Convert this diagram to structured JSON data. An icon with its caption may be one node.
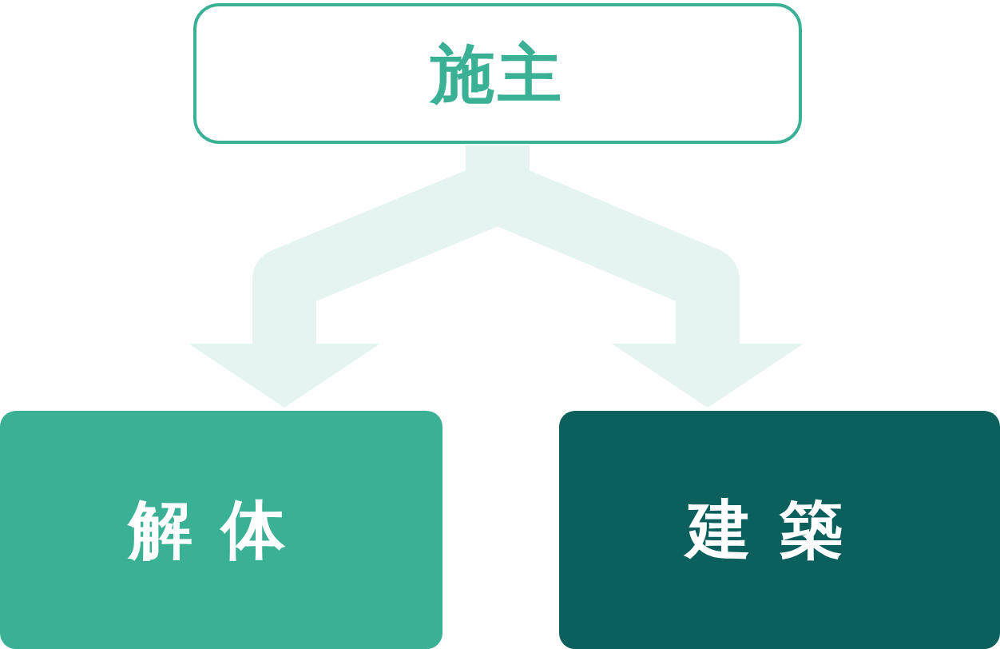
{
  "diagram": {
    "nodes": [
      {
        "text": [
          "施主"
        ]
      },
      {
        "text": [
          "解体"
        ]
      },
      {
        "text": [
          "建築"
        ]
      }
    ],
    "edges": [
      {
        "from": 0,
        "to": 1,
        "arrow": "to"
      },
      {
        "from": 0,
        "to": 2,
        "arrow": "to"
      }
    ]
  }
}
